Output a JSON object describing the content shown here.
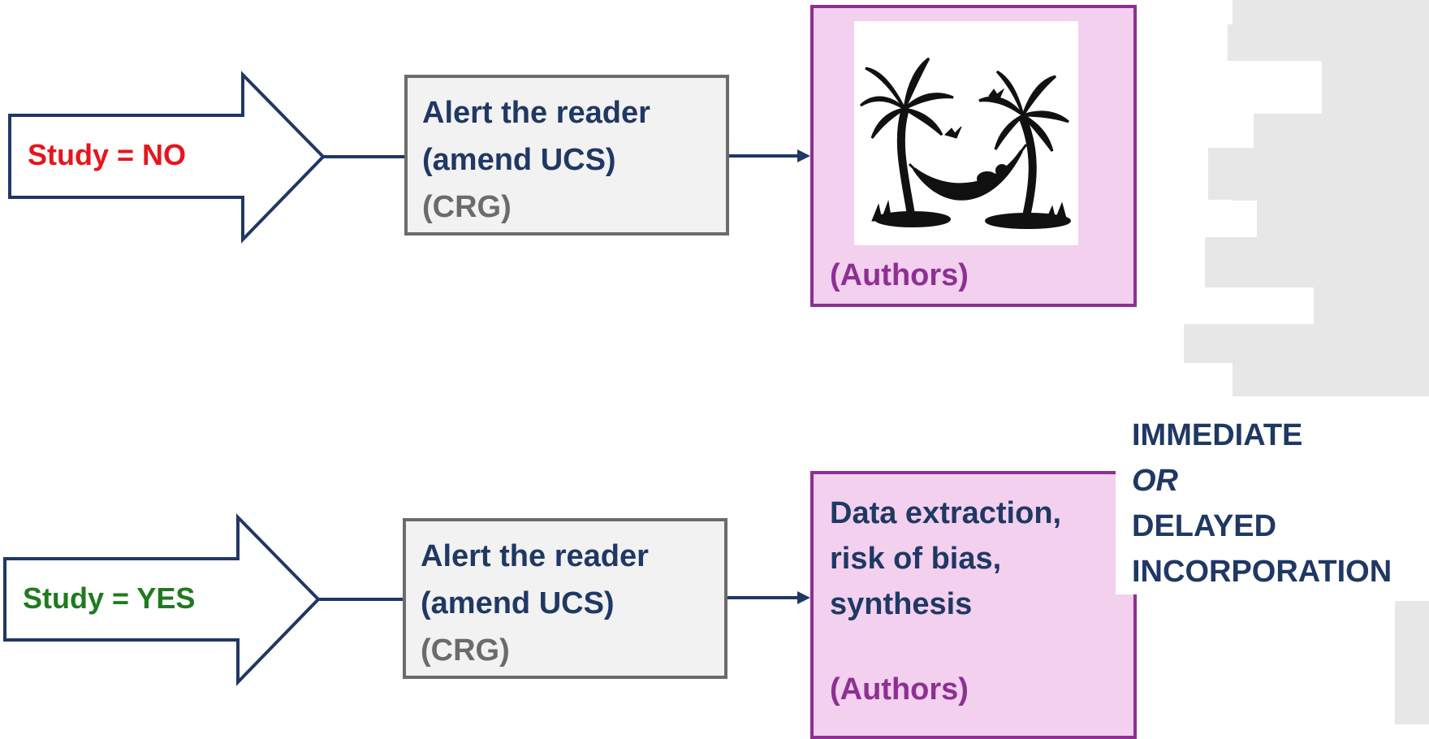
{
  "colors": {
    "navy": "#1f3864",
    "grey_text": "#6b6b6b",
    "purple": "#8e2f93",
    "pink_fill": "#f2d0ee",
    "grey_fill": "#f2f2f2",
    "no_red": "#e8141b",
    "yes_green": "#1f7a1f"
  },
  "row_no": {
    "study_label": "Study = NO",
    "alert_line1": "Alert the reader",
    "alert_line2": "(amend UCS)",
    "alert_actor": "(CRG)",
    "outcome_icon": "hammock-palm-trees-icon",
    "outcome_actor": "(Authors)"
  },
  "row_yes": {
    "study_label": "Study = YES",
    "alert_line1": "Alert the reader",
    "alert_line2": "(amend UCS)",
    "alert_actor": "(CRG)",
    "outcome_line1": "Data extraction,",
    "outcome_line2": "risk of bias,",
    "outcome_line3": "synthesis",
    "outcome_actor": "(Authors)"
  },
  "incorporation_note": {
    "line1": "IMMEDIATE",
    "line2": "OR",
    "line3": "DELAYED",
    "line4": "INCORPORATION"
  }
}
